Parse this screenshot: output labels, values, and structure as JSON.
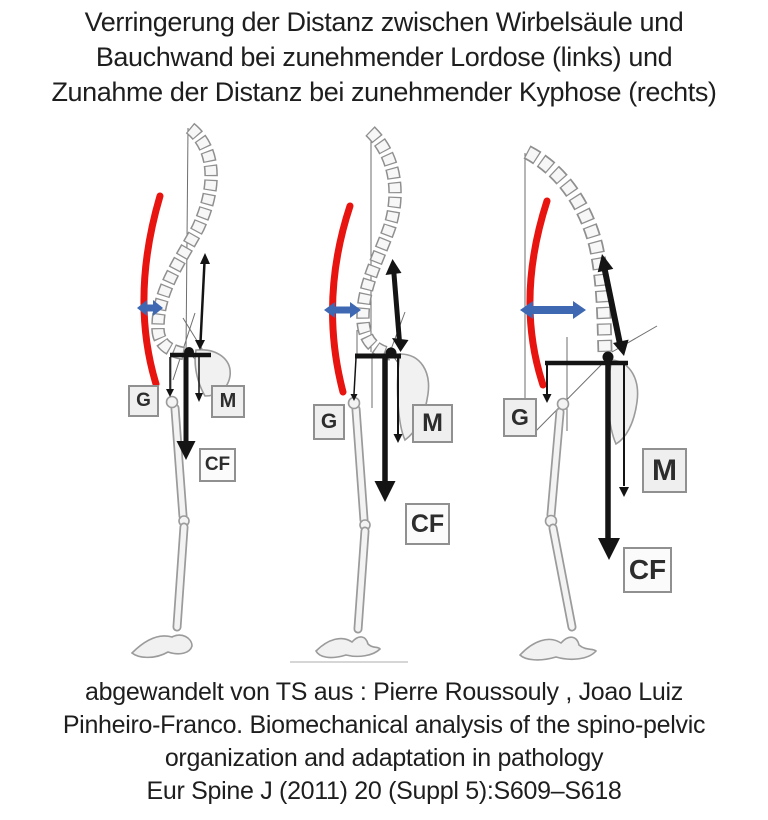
{
  "title": "Verringerung der Distanz zwischen Wirbelsäule und\nBauchwand bei zunehmender Lordose (links) und\nZunahme der Distanz bei zunehmender Kyphose (rechts)",
  "caption": "abgewandelt von TS aus : Pierre Roussouly , Joao Luiz\nPinheiro-Franco. Biomechanical analysis of the spino-pelvic\norganization and adaptation in pathology\nEur Spine J (2011) 20 (Suppl 5):S609–S618",
  "colors": {
    "abdominal_wall": "#e8140f",
    "distance_arrow": "#3e68b2",
    "force_arrow": "#141414",
    "background": "#ffffff",
    "text": "#1e1e1e"
  },
  "figure_labels": {
    "left": {
      "g": "G",
      "m": "M",
      "cf": "CF"
    },
    "middle": {
      "g": "G",
      "m": "M",
      "cf": "CF"
    },
    "right": {
      "g": "G",
      "m": "M",
      "cf": "CF"
    }
  }
}
